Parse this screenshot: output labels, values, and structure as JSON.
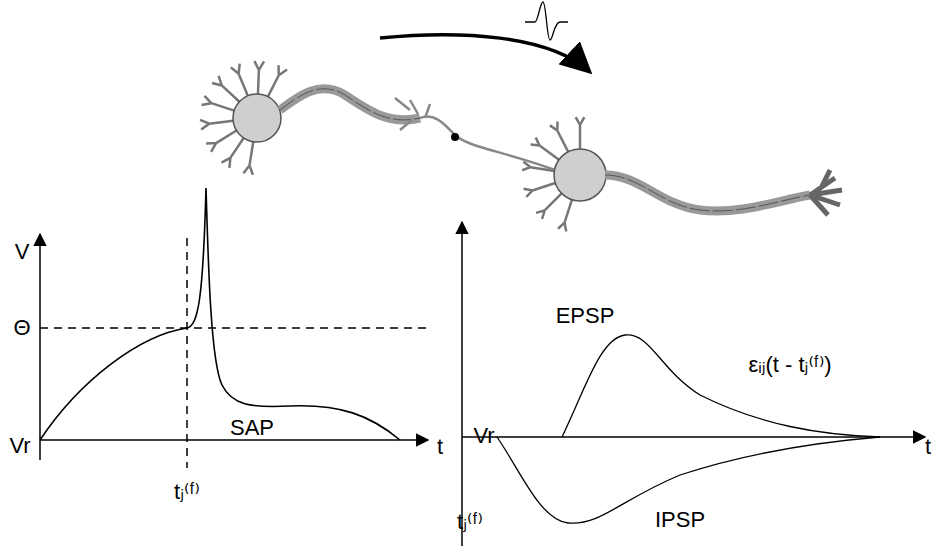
{
  "diagram": {
    "labels": [
      "V",
      "Θ",
      "Vr",
      "tⱼ⁽ᶠ⁾",
      "SAP",
      "t",
      "EPSP",
      "εᵢⱼ(t - tⱼ⁽ᶠ⁾)",
      "Vr",
      "t",
      "tⱼ⁽ᶠ⁾",
      "IPSP"
    ]
  }
}
